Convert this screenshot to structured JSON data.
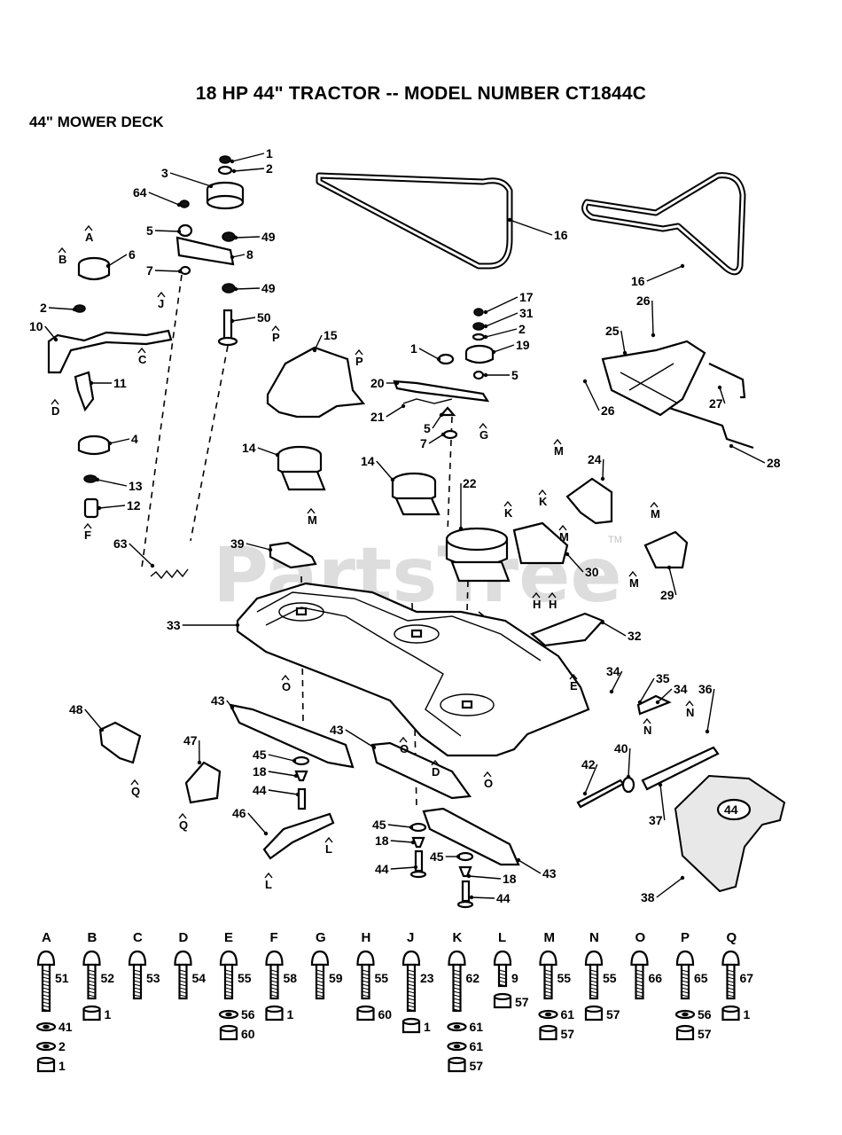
{
  "title": "18 HP 44\" TRACTOR -- MODEL NUMBER CT1844C",
  "subtitle": "44\" MOWER DECK",
  "watermark": "PartsTree",
  "watermark_tm": "TM",
  "deck_badge": "44",
  "callouts": [
    {
      "n": "1",
      "k": "c01"
    },
    {
      "n": "2",
      "k": "c02"
    },
    {
      "n": "3",
      "k": "c03"
    },
    {
      "n": "64",
      "k": "c04"
    },
    {
      "n": "5",
      "k": "c05"
    },
    {
      "n": "49",
      "k": "c06"
    },
    {
      "n": "6",
      "k": "c07"
    },
    {
      "n": "7",
      "k": "c08"
    },
    {
      "n": "8",
      "k": "c09"
    },
    {
      "n": "49",
      "k": "c10"
    },
    {
      "n": "2",
      "k": "c11"
    },
    {
      "n": "50",
      "k": "c12"
    },
    {
      "n": "10",
      "k": "c13"
    },
    {
      "n": "11",
      "k": "c14"
    },
    {
      "n": "4",
      "k": "c15"
    },
    {
      "n": "13",
      "k": "c16"
    },
    {
      "n": "12",
      "k": "c17"
    },
    {
      "n": "63",
      "k": "c18"
    },
    {
      "n": "16",
      "k": "c19"
    },
    {
      "n": "16",
      "k": "c20"
    },
    {
      "n": "15",
      "k": "c21"
    },
    {
      "n": "17",
      "k": "c22"
    },
    {
      "n": "31",
      "k": "c23"
    },
    {
      "n": "2",
      "k": "c24"
    },
    {
      "n": "19",
      "k": "c25"
    },
    {
      "n": "1",
      "k": "c26"
    },
    {
      "n": "5",
      "k": "c27"
    },
    {
      "n": "20",
      "k": "c28"
    },
    {
      "n": "21",
      "k": "c29"
    },
    {
      "n": "5",
      "k": "c30"
    },
    {
      "n": "7",
      "k": "c31"
    },
    {
      "n": "14",
      "k": "c32"
    },
    {
      "n": "14",
      "k": "c33"
    },
    {
      "n": "22",
      "k": "c34"
    },
    {
      "n": "24",
      "k": "c35"
    },
    {
      "n": "26",
      "k": "c36"
    },
    {
      "n": "25",
      "k": "c37"
    },
    {
      "n": "26",
      "k": "c38"
    },
    {
      "n": "27",
      "k": "c39"
    },
    {
      "n": "28",
      "k": "c40"
    },
    {
      "n": "39",
      "k": "c41"
    },
    {
      "n": "30",
      "k": "c42"
    },
    {
      "n": "29",
      "k": "c43"
    },
    {
      "n": "33",
      "k": "c44"
    },
    {
      "n": "32",
      "k": "c45"
    },
    {
      "n": "34",
      "k": "c46"
    },
    {
      "n": "35",
      "k": "c47"
    },
    {
      "n": "34",
      "k": "c48"
    },
    {
      "n": "36",
      "k": "c49"
    },
    {
      "n": "48",
      "k": "c50"
    },
    {
      "n": "43",
      "k": "c51"
    },
    {
      "n": "43",
      "k": "c52"
    },
    {
      "n": "47",
      "k": "c53"
    },
    {
      "n": "45",
      "k": "c54"
    },
    {
      "n": "18",
      "k": "c55"
    },
    {
      "n": "44",
      "k": "c56"
    },
    {
      "n": "46",
      "k": "c57"
    },
    {
      "n": "42",
      "k": "c58"
    },
    {
      "n": "40",
      "k": "c59"
    },
    {
      "n": "37",
      "k": "c60"
    },
    {
      "n": "45",
      "k": "c61"
    },
    {
      "n": "18",
      "k": "c62"
    },
    {
      "n": "44",
      "k": "c63"
    },
    {
      "n": "45",
      "k": "c64"
    },
    {
      "n": "18",
      "k": "c65"
    },
    {
      "n": "43",
      "k": "c66"
    },
    {
      "n": "44",
      "k": "c67"
    },
    {
      "n": "38",
      "k": "c68"
    }
  ],
  "letters": [
    "A",
    "B",
    "J",
    "C",
    "D",
    "F",
    "P",
    "P",
    "G",
    "M",
    "K",
    "K",
    "M",
    "M",
    "M",
    "M",
    "H",
    "H",
    "E",
    "O",
    "O",
    "D",
    "O",
    "N",
    "N",
    "Q",
    "Q",
    "L",
    "L"
  ],
  "hardware_groups": [
    {
      "letter": "A",
      "bolt": "51",
      "extras": [
        "41",
        "2",
        "1"
      ]
    },
    {
      "letter": "B",
      "bolt": "52",
      "extras": [
        "1"
      ]
    },
    {
      "letter": "C",
      "bolt": "53",
      "extras": []
    },
    {
      "letter": "D",
      "bolt": "54",
      "extras": []
    },
    {
      "letter": "E",
      "bolt": "55",
      "extras": [
        "56",
        "60"
      ]
    },
    {
      "letter": "F",
      "bolt": "58",
      "extras": [
        "1"
      ]
    },
    {
      "letter": "G",
      "bolt": "59",
      "extras": []
    },
    {
      "letter": "H",
      "bolt": "55",
      "extras": [
        "60"
      ]
    },
    {
      "letter": "J",
      "bolt": "23",
      "extras": [
        "1"
      ]
    },
    {
      "letter": "K",
      "bolt": "62",
      "extras": [
        "61",
        "61",
        "57"
      ]
    },
    {
      "letter": "L",
      "bolt": "9",
      "extras": [
        "57"
      ]
    },
    {
      "letter": "M",
      "bolt": "55",
      "extras": [
        "61",
        "57"
      ]
    },
    {
      "letter": "N",
      "bolt": "55",
      "extras": [
        "57"
      ]
    },
    {
      "letter": "O",
      "bolt": "66",
      "extras": []
    },
    {
      "letter": "P",
      "bolt": "65",
      "extras": [
        "56",
        "57"
      ]
    },
    {
      "letter": "Q",
      "bolt": "67",
      "extras": [
        "1"
      ]
    }
  ]
}
